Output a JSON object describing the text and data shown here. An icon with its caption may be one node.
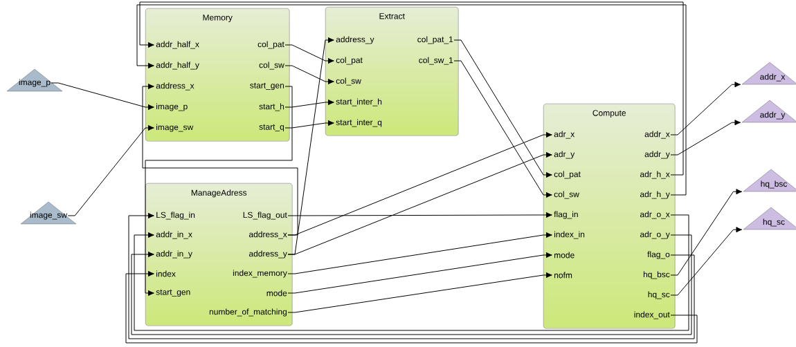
{
  "diagram": {
    "nodes": [
      {
        "text": [
          "Memory"
        ]
      },
      {
        "text": [
          "addr_half_x"
        ],
        "in": 0
      },
      {
        "text": [
          "addr_half_y"
        ],
        "in": 0
      },
      {
        "text": [
          "address_x"
        ],
        "in": 0
      },
      {
        "text": [
          "image_p"
        ],
        "in": 0
      },
      {
        "text": [
          "image_sw"
        ],
        "in": 0
      },
      {
        "text": [
          "col_pat"
        ],
        "in": 0
      },
      {
        "text": [
          "col_sw"
        ],
        "in": 0
      },
      {
        "text": [
          "start_gen"
        ],
        "in": 0
      },
      {
        "text": [
          "start_h"
        ],
        "in": 0
      },
      {
        "text": [
          "start_q"
        ],
        "in": 0
      },
      {
        "text": [
          "Extract"
        ]
      },
      {
        "text": [
          "address_y"
        ],
        "in": 11
      },
      {
        "text": [
          "col_pat"
        ],
        "in": 11
      },
      {
        "text": [
          "col_sw"
        ],
        "in": 11
      },
      {
        "text": [
          "start_inter_h"
        ],
        "in": 11
      },
      {
        "text": [
          "start_inter_q"
        ],
        "in": 11
      },
      {
        "text": [
          "col_pat_1"
        ],
        "in": 11
      },
      {
        "text": [
          "col_sw_1"
        ],
        "in": 11
      },
      {
        "text": [
          "ManageAdress"
        ]
      },
      {
        "text": [
          "LS_flag_in"
        ],
        "in": 19
      },
      {
        "text": [
          "addr_in_x"
        ],
        "in": 19
      },
      {
        "text": [
          "addr_in_y"
        ],
        "in": 19
      },
      {
        "text": [
          "index"
        ],
        "in": 19
      },
      {
        "text": [
          "start_gen"
        ],
        "in": 19
      },
      {
        "text": [
          "LS_flag_out"
        ],
        "in": 19
      },
      {
        "text": [
          "address_x"
        ],
        "in": 19
      },
      {
        "text": [
          "address_y"
        ],
        "in": 19
      },
      {
        "text": [
          "index_memory"
        ],
        "in": 19
      },
      {
        "text": [
          "mode"
        ],
        "in": 19
      },
      {
        "text": [
          "number_of_matching"
        ],
        "in": 19
      },
      {
        "text": [
          "Compute"
        ]
      },
      {
        "text": [
          "adr_x"
        ],
        "in": 31
      },
      {
        "text": [
          "adr_y"
        ],
        "in": 31
      },
      {
        "text": [
          "col_pat"
        ],
        "in": 31
      },
      {
        "text": [
          "col_sw"
        ],
        "in": 31
      },
      {
        "text": [
          "flag_in"
        ],
        "in": 31
      },
      {
        "text": [
          "index_in"
        ],
        "in": 31
      },
      {
        "text": [
          "mode"
        ],
        "in": 31
      },
      {
        "text": [
          "nofm"
        ],
        "in": 31
      },
      {
        "text": [
          "addr_x"
        ],
        "in": 31
      },
      {
        "text": [
          "addr_y"
        ],
        "in": 31
      },
      {
        "text": [
          "adr_h_x"
        ],
        "in": 31
      },
      {
        "text": [
          "adr_h_y"
        ],
        "in": 31
      },
      {
        "text": [
          "adr_o_x"
        ],
        "in": 31
      },
      {
        "text": [
          "adr_o_y"
        ],
        "in": 31
      },
      {
        "text": [
          "flag_o"
        ],
        "in": 31
      },
      {
        "text": [
          "hq_bsc"
        ],
        "in": 31
      },
      {
        "text": [
          "hq_sc"
        ],
        "in": 31
      },
      {
        "text": [
          "index_out"
        ],
        "in": 31
      },
      {
        "text": [
          "image_p"
        ]
      },
      {
        "text": [
          "image_sw"
        ]
      },
      {
        "text": [
          "addr_x"
        ]
      },
      {
        "text": [
          "addr_y"
        ]
      },
      {
        "text": [
          "hq_bsc"
        ]
      },
      {
        "text": [
          "hq_sc"
        ]
      }
    ],
    "edges": [
      {
        "from": 50,
        "to": 4,
        "arrow": "to"
      },
      {
        "from": 51,
        "to": 5,
        "arrow": "to"
      },
      {
        "from": 6,
        "to": 13,
        "arrow": "to"
      },
      {
        "from": 7,
        "to": 14,
        "arrow": "to"
      },
      {
        "from": 8,
        "to": 24,
        "arrow": "to"
      },
      {
        "from": 9,
        "to": 15,
        "arrow": "to"
      },
      {
        "from": 10,
        "to": 16,
        "arrow": "to"
      },
      {
        "from": 17,
        "to": 34,
        "arrow": "to"
      },
      {
        "from": 18,
        "to": 35,
        "arrow": "to"
      },
      {
        "from": 25,
        "to": 36,
        "arrow": "to"
      },
      {
        "from": 26,
        "to": 32,
        "arrow": "to"
      },
      {
        "from": 26,
        "to": 3,
        "arrow": "to"
      },
      {
        "from": 27,
        "to": 33,
        "arrow": "to"
      },
      {
        "from": 27,
        "to": 12,
        "arrow": "to"
      },
      {
        "from": 28,
        "to": 37,
        "arrow": "to"
      },
      {
        "from": 29,
        "to": 38,
        "arrow": "to"
      },
      {
        "from": 30,
        "to": 39,
        "arrow": "to"
      },
      {
        "from": 40,
        "to": 52,
        "arrow": "to"
      },
      {
        "from": 41,
        "to": 53,
        "arrow": "to"
      },
      {
        "from": 47,
        "to": 54,
        "arrow": "to"
      },
      {
        "from": 48,
        "to": 55,
        "arrow": "to"
      },
      {
        "from": 42,
        "to": 1,
        "arrow": "to"
      },
      {
        "from": 43,
        "to": 2,
        "arrow": "to"
      },
      {
        "from": 44,
        "to": 21,
        "arrow": "to"
      },
      {
        "from": 45,
        "to": 22,
        "arrow": "to"
      },
      {
        "from": 46,
        "to": 20,
        "arrow": "to"
      },
      {
        "from": 49,
        "to": 23,
        "arrow": "to"
      }
    ]
  }
}
